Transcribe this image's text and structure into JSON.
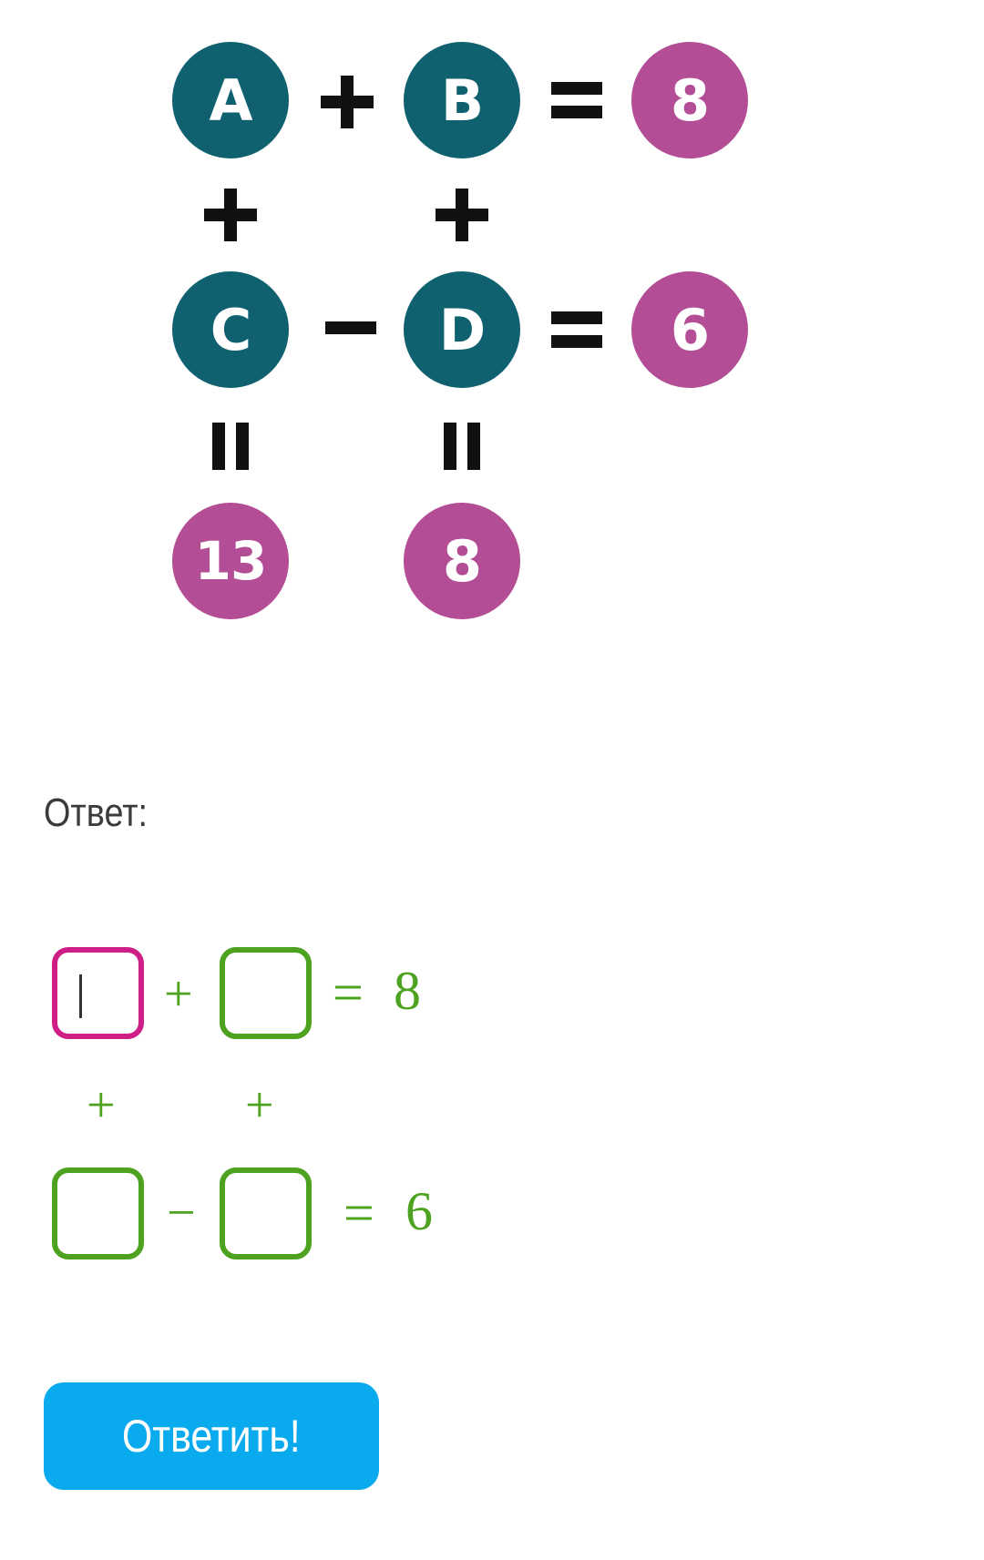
{
  "puzzle": {
    "row1": {
      "a": "A",
      "op": "+",
      "b": "B",
      "eq": "=",
      "result": "8"
    },
    "col_ops": {
      "left": "+",
      "right": "+"
    },
    "row2": {
      "c": "C",
      "op": "−",
      "d": "D",
      "eq": "=",
      "result": "6"
    },
    "col_results": {
      "left": "13",
      "right": "8"
    },
    "colors": {
      "letter_circle": "#0f6170",
      "result_circle": "#b34d96"
    }
  },
  "answer": {
    "label": "Ответ:",
    "row1": {
      "op": "+",
      "eq": "=",
      "result": "8"
    },
    "col_ops": {
      "left": "+",
      "right": "+"
    },
    "row2": {
      "op": "−",
      "eq": "=",
      "result": "6"
    },
    "fields": {
      "a": "",
      "b": "",
      "c": "",
      "d": ""
    },
    "colors": {
      "math": "#4da31f",
      "box": "#4da31f",
      "focused_box": "#cf1f87"
    }
  },
  "submit": {
    "label": "Ответить!",
    "color": "#0aaaee"
  }
}
